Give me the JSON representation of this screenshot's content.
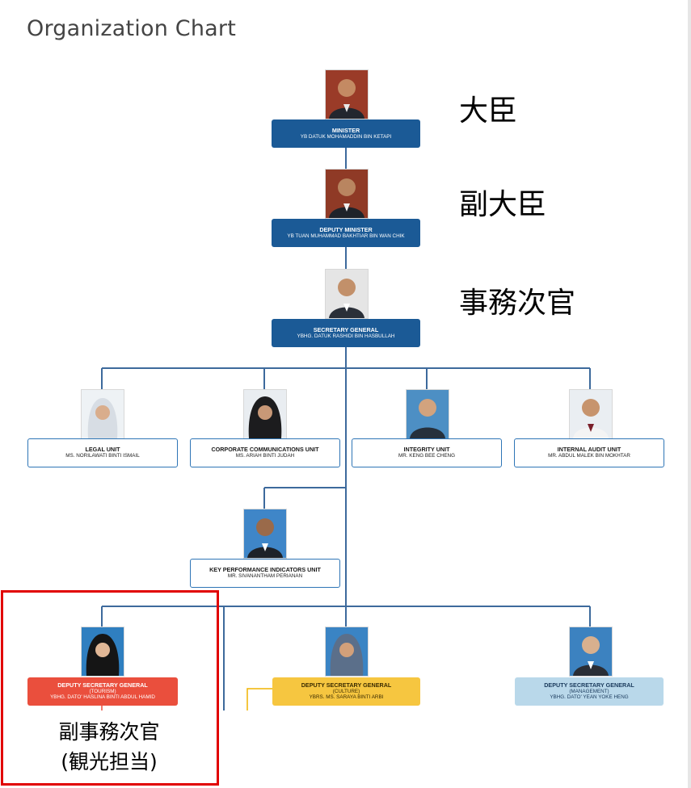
{
  "title": "Organization Chart",
  "minister": {
    "title": "MINISTER",
    "name": "YB DATUK MOHAMADDIN BIN KETAPI",
    "jp_label": "大臣"
  },
  "deputy_minister": {
    "title": "DEPUTY MINISTER",
    "name": "YB TUAN MUHAMMAD BAKHTIAR BIN WAN CHIK",
    "jp_label": "副大臣"
  },
  "secretary_general": {
    "title": "SECRETARY GENERAL",
    "name": "YBHG. DATUK RASHIDI BIN HASBULLAH",
    "jp_label": "事務次官"
  },
  "units": [
    {
      "title": "LEGAL UNIT",
      "name": "MS. NORILAWATI BINTI ISMAIL"
    },
    {
      "title": "CORPORATE COMMUNICATIONS UNIT",
      "name": "MS. ARIAH BINTI JUDAH"
    },
    {
      "title": "INTEGRITY UNIT",
      "name": "MR. KENG BEE CHENG"
    },
    {
      "title": "INTERNAL AUDIT UNIT",
      "name": "MR. ABDUL MALEK BIN MOKHTAR"
    }
  ],
  "kpi_unit": {
    "title": "KEY PERFORMANCE INDICATORS UNIT",
    "name": "MR. SIVANANTHAM PERIANAN"
  },
  "deputies": [
    {
      "title": "DEPUTY SECRETARY GENERAL",
      "sub": "(TOURISM)",
      "name": "YBHG. DATO' HASLINA BINTI ABDUL HAMID",
      "color": "#ea4f3d"
    },
    {
      "title": "DEPUTY SECRETARY GENERAL",
      "sub": "(CULTURE)",
      "name": "YBRS. MS. SARAYA BINTI ARBI",
      "color": "#f6c640"
    },
    {
      "title": "DEPUTY SECRETARY GENERAL",
      "sub": "(MANAGEMENT)",
      "name": "YBHG. DATO' YEAN YOKE HENG",
      "color": "#b9d8ea"
    }
  ],
  "annotation": {
    "line1": "副事務次官",
    "line2": "(観光担当)",
    "color": "#e10000"
  }
}
